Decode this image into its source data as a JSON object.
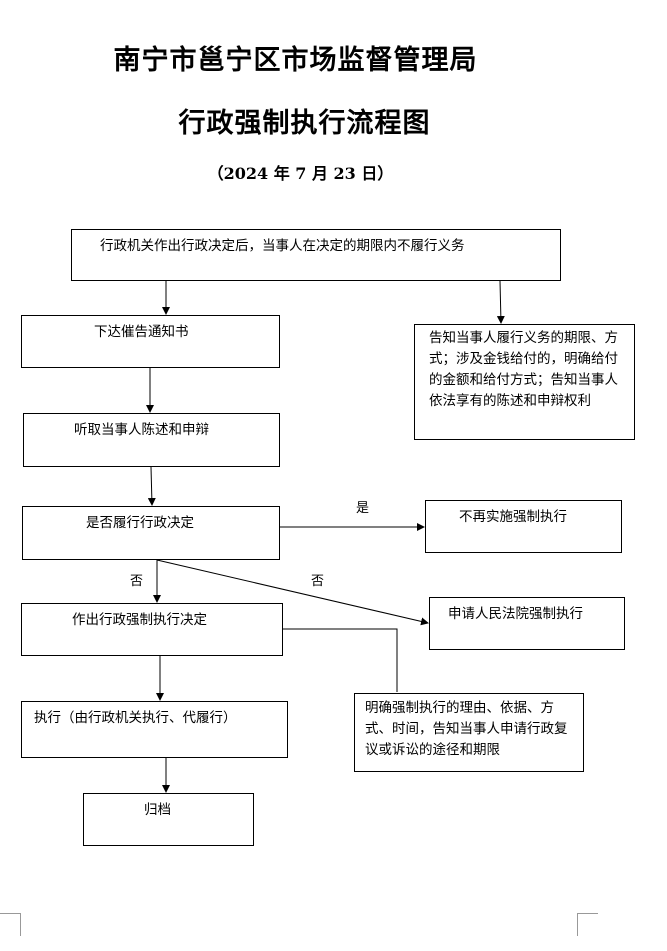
{
  "header": {
    "org": "南宁市邕宁区市场监督管理局",
    "title": "行政强制执行流程图",
    "date": "（2024 年 7 月 23 日）"
  },
  "nodes": {
    "start": "行政机关作出行政决定后，当事人在决定的期限内不履行义务",
    "notice": "下达催告通知书",
    "inform": "告知当事人履行义务的期限、方式；涉及金钱给付的，明确给付的金额和给付方式；告知当事人依法享有的陈述和申辩权利",
    "hearing": "听取当事人陈述和申辩",
    "decide": "是否履行行政决定",
    "no_enforce": "不再实施强制执行",
    "court": "申请人民法院强制执行",
    "make_decision": "作出行政强制执行决定",
    "clarify": "明确强制执行的理由、依据、方式、时间，告知当事人申请行政复议或诉讼的途径和期限",
    "execute": "执行（由行政机关执行、代履行）",
    "archive": "归档"
  },
  "edge_labels": {
    "yes": "是",
    "no_down": "否",
    "no_diag": "否"
  }
}
